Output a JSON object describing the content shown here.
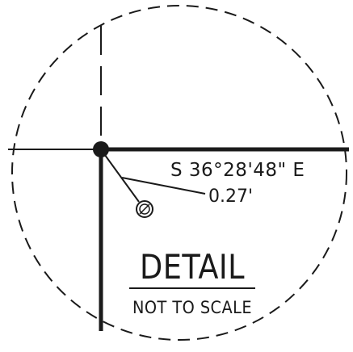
{
  "detail": {
    "bearing": "S 36°28'48\" E",
    "distance": "0.27'",
    "title": "DETAIL",
    "subtitle": "NOT TO SCALE"
  },
  "colors": {
    "ink": "#1a1a1a",
    "background": "#ffffff"
  },
  "symbols": {
    "corner": "found-corner-dot",
    "monument": "monument-circle-symbol"
  }
}
